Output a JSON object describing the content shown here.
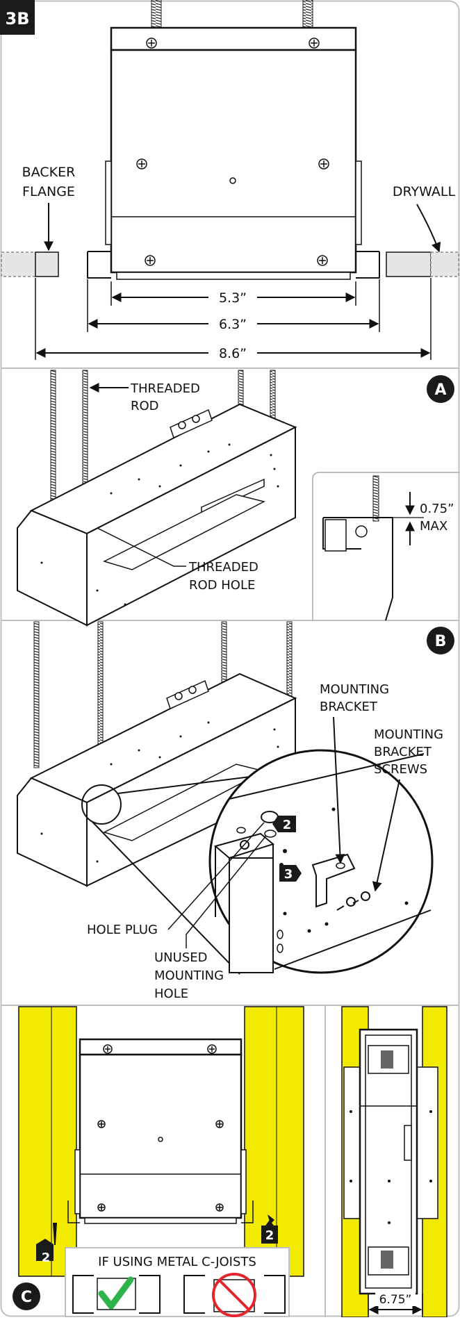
{
  "panels": {
    "p3b": {
      "badge": "3B",
      "backer_flange": [
        "BACKER",
        "FLANGE"
      ],
      "drywall": "DRYWALL",
      "dims": [
        "5.3”",
        "6.3”",
        "8.6”"
      ]
    },
    "pA": {
      "badge": "A",
      "threaded_rod": [
        "THREADED",
        "ROD"
      ],
      "threaded_rod_hole": [
        "THREADED",
        "ROD HOLE"
      ],
      "inset_dim": "0.75”",
      "inset_max": "MAX"
    },
    "pB": {
      "badge": "B",
      "mounting_bracket": [
        "MOUNTING",
        "BRACKET"
      ],
      "mounting_bracket_screws": [
        "MOUNTING",
        "BRACKET",
        "SCREWS"
      ],
      "hole_plug": "HOLE PLUG",
      "unused_mounting_hole": [
        "UNUSED",
        "MOUNTING",
        "HOLE"
      ],
      "step_2": "2",
      "step_3": "3"
    },
    "pC": {
      "badge": "C",
      "step_2_left": "2",
      "step_2_right": "2",
      "c_joist_title": "IF USING METAL C-JOISTS",
      "side_dim": "6.75”"
    }
  },
  "colors": {
    "joist_yellow": "#f2ea00",
    "check_green": "#2db34a",
    "no_red": "#e3262e",
    "drywall_gray": "#e6e6e6"
  }
}
